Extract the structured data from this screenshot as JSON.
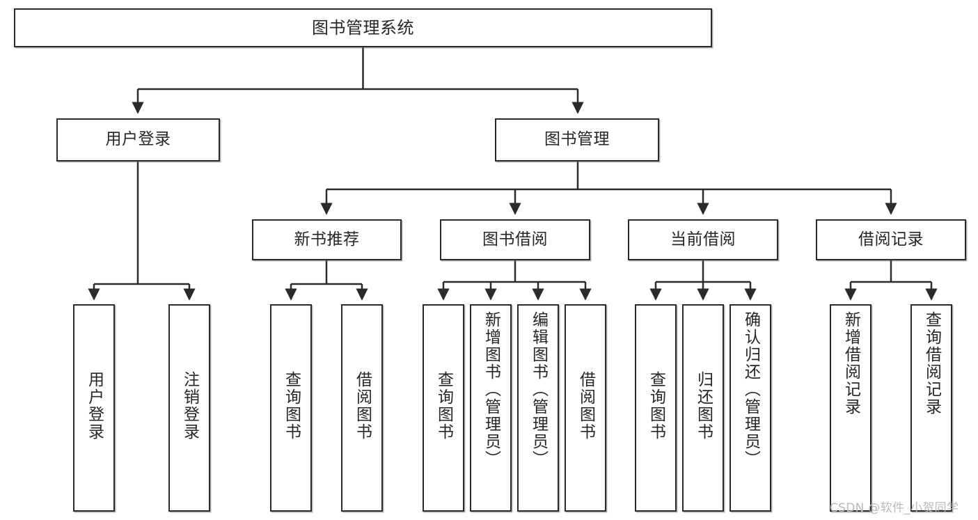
{
  "diagram": {
    "title": "图书管理系统",
    "type": "hierarchy-tree",
    "colors": {
      "box_border": "#2b2b2b",
      "box_fill": "#ffffff",
      "line": "#2b2b2b",
      "text": "#262626",
      "watermark": "#b9b9b9"
    },
    "root": {
      "label": "图书管理系统"
    },
    "level2": [
      {
        "label": "用户登录"
      },
      {
        "label": "图书管理"
      }
    ],
    "level3": [
      {
        "label": "新书推荐"
      },
      {
        "label": "图书借阅"
      },
      {
        "label": "当前借阅"
      },
      {
        "label": "借阅记录"
      }
    ],
    "leaves": {
      "user_login": [
        {
          "label": "用户登录"
        },
        {
          "label": "注销登录"
        }
      ],
      "new_book": [
        {
          "label": "查询图书"
        },
        {
          "label": "借阅图书"
        }
      ],
      "borrow_book": [
        {
          "label": "查询图书"
        },
        {
          "label": "新增图书（管理员）"
        },
        {
          "label": "编辑图书（管理员）"
        },
        {
          "label": "借阅图书"
        }
      ],
      "current_borrow": [
        {
          "label": "查询图书"
        },
        {
          "label": "归还图书"
        },
        {
          "label": "确认归还（管理员）"
        }
      ],
      "borrow_record": [
        {
          "label": "新增借阅记录"
        },
        {
          "label": "查询借阅记录"
        }
      ]
    }
  },
  "watermark": {
    "text": "CSDN @软件_小贺同学"
  }
}
